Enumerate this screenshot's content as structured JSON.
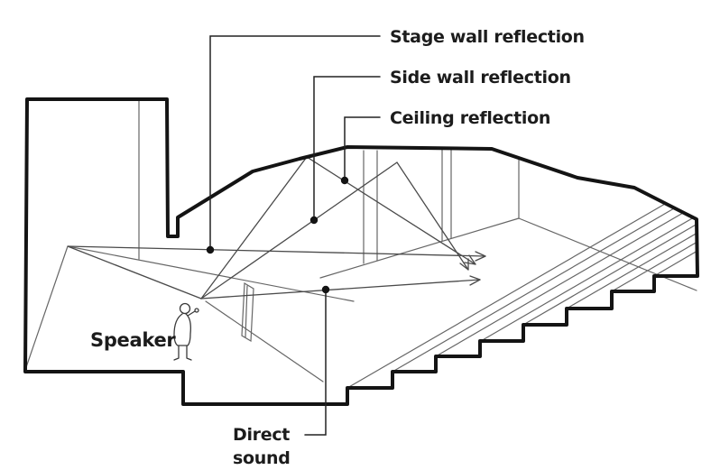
{
  "diagram": {
    "type": "hall-acoustics-sound-paths",
    "background_color": "#ffffff",
    "outline_color": "#141414",
    "line_color": "#666666",
    "labels": {
      "stage_wall_reflection": "Stage wall reflection",
      "side_wall_reflection": "Side wall reflection",
      "ceiling_reflection": "Ceiling reflection",
      "speaker": "Speaker",
      "direct_sound_line1": "Direct",
      "direct_sound_line2": "sound"
    },
    "annotated_paths": [
      {
        "name": "stage-wall-reflection",
        "label": "Stage wall reflection"
      },
      {
        "name": "side-wall-reflection",
        "label": "Side wall reflection"
      },
      {
        "name": "ceiling-reflection",
        "label": "Ceiling reflection"
      },
      {
        "name": "direct-sound",
        "label": "Direct sound"
      }
    ]
  }
}
